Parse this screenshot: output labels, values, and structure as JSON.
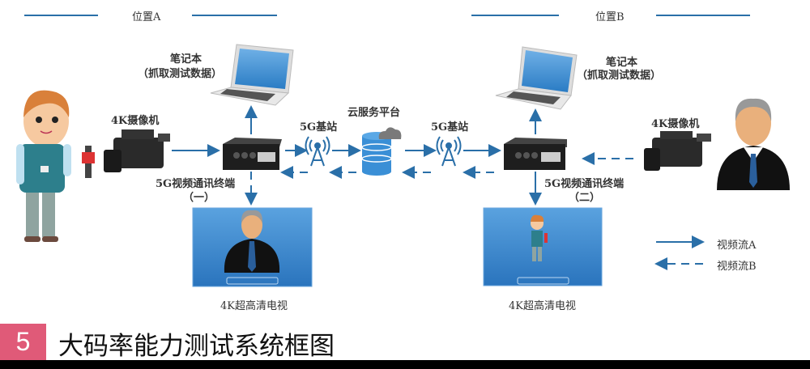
{
  "locations": {
    "a": "位置A",
    "b": "位置B"
  },
  "laptop": {
    "title": "笔记本",
    "subtitle": "（抓取测试数据）"
  },
  "camera_label": "4K摄像机",
  "terminal_label": "5G视频通讯终端",
  "terminal_a_index": "（一）",
  "terminal_b_index": "（二）",
  "base_station_label": "5G基站",
  "cloud_label": "云服务平台",
  "tv_label": "4K超高清电视",
  "legend": {
    "stream_a": "视频流A",
    "stream_b": "视频流B"
  },
  "colors": {
    "accent": "#2a6fa8",
    "footer": "#e05a78"
  },
  "footer": {
    "number": "5",
    "title": "大码率能力测试系统框图"
  }
}
